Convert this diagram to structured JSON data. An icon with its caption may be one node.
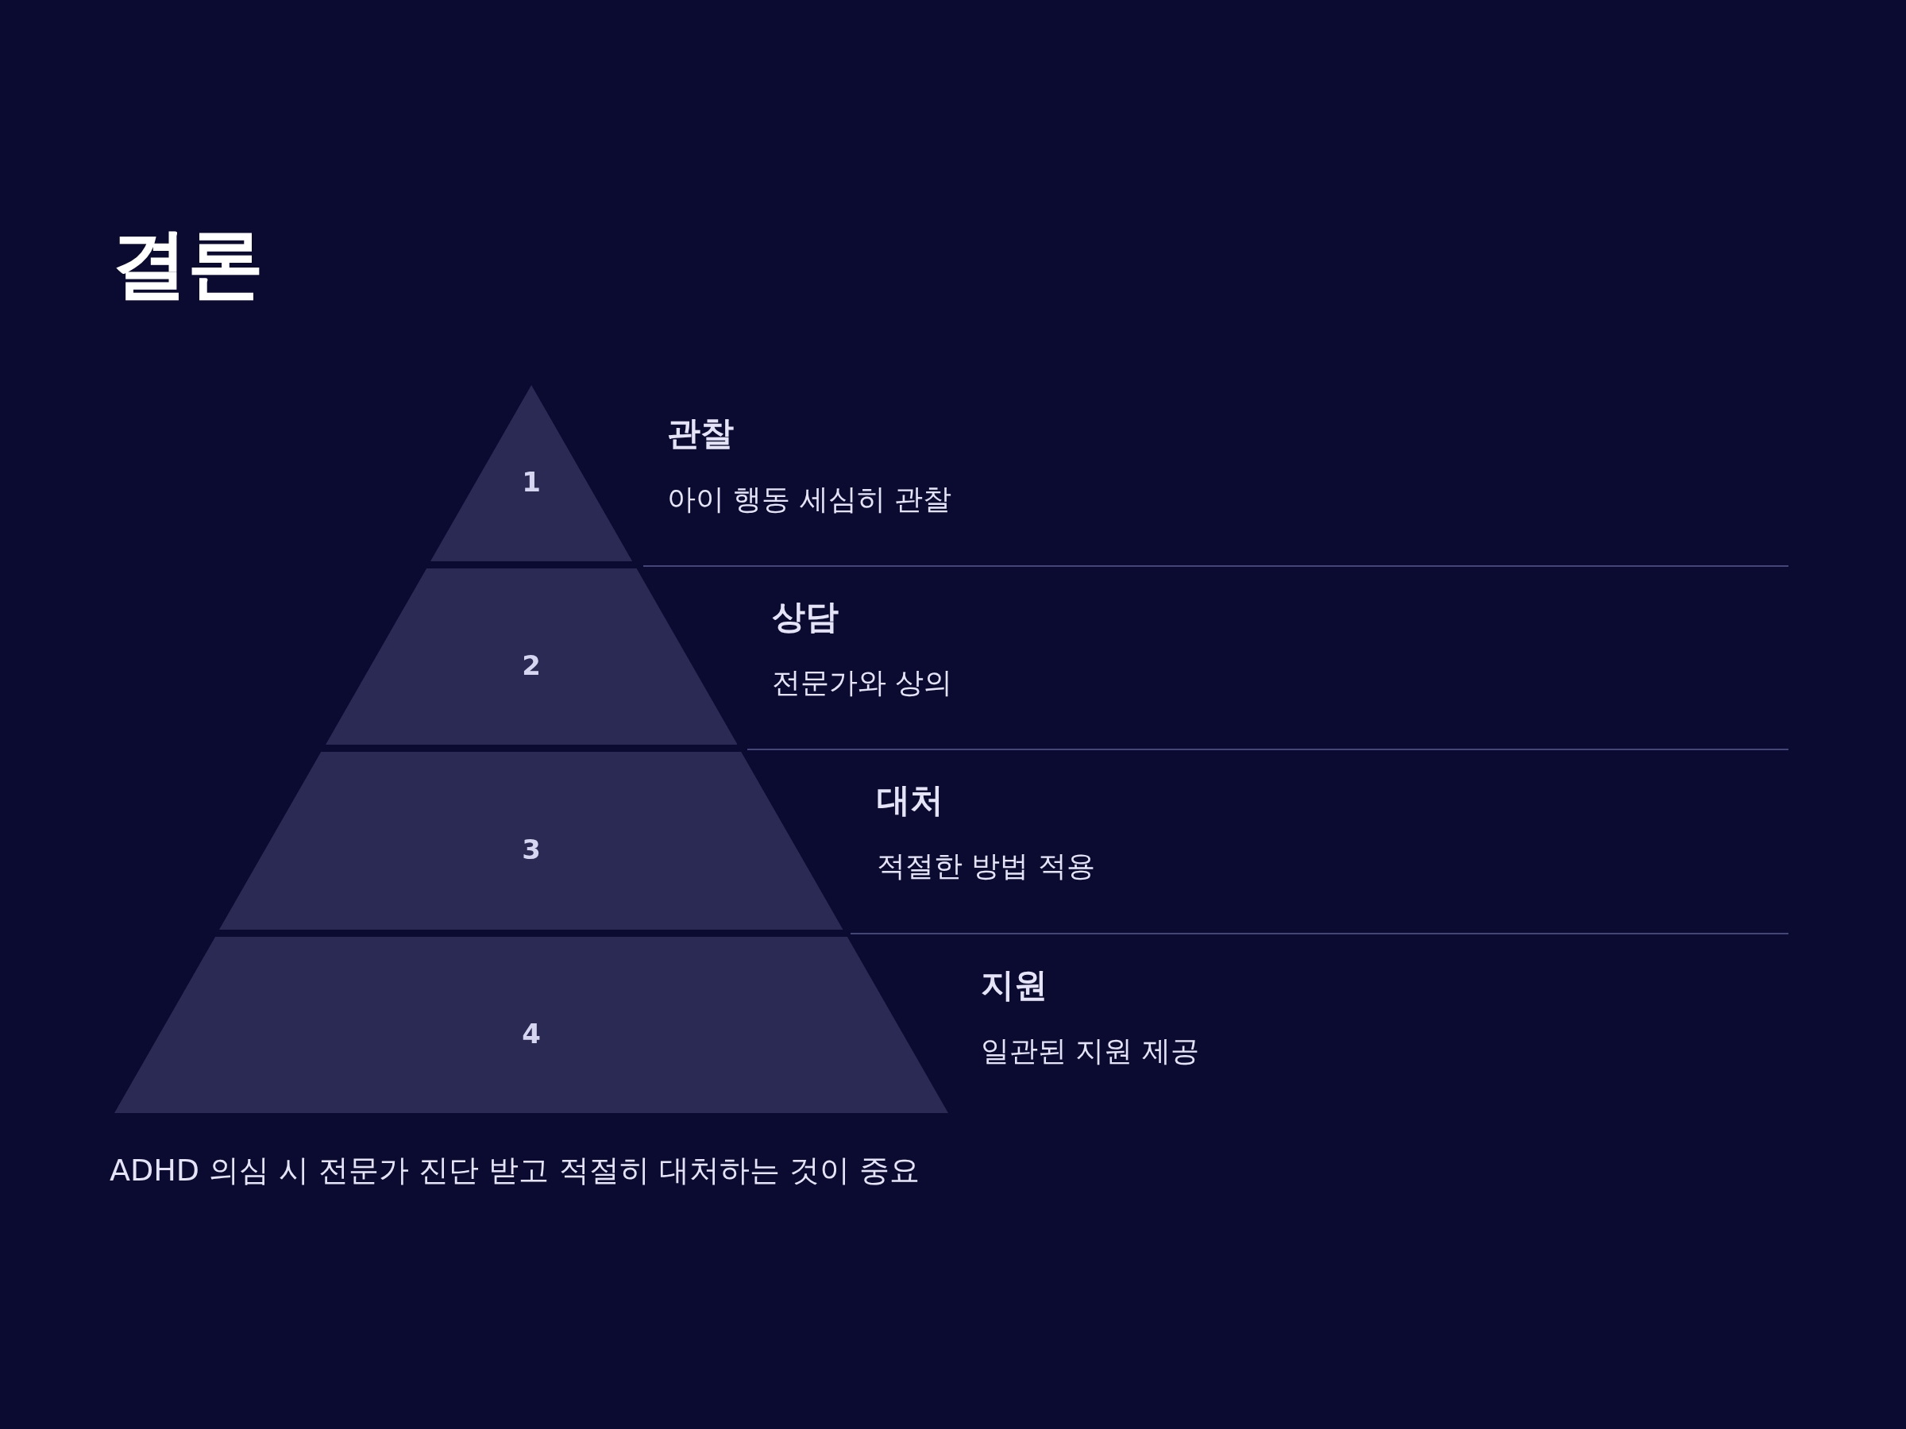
{
  "diagram": {
    "title": "결론",
    "nodes": [
      {
        "text": [
          "1"
        ],
        "beside": [
          "관찰",
          "아이 행동 세심히 관찰"
        ]
      },
      {
        "text": [
          "2"
        ],
        "beside": [
          "상담",
          "전문가와 상의"
        ]
      },
      {
        "text": [
          "3"
        ],
        "beside": [
          "대처",
          "적절한 방법 적용"
        ]
      },
      {
        "text": [
          "4"
        ],
        "beside": [
          "지원",
          "일관된 지원 제공"
        ]
      }
    ],
    "caption": "ADHD 의심 시 전문가 진단 받고 적절히 대처하는 것이 중요"
  }
}
